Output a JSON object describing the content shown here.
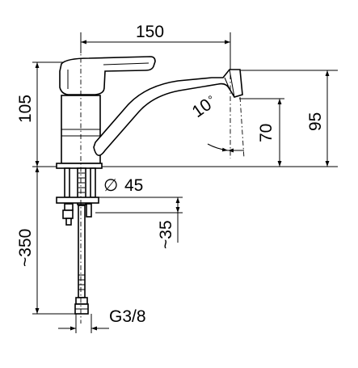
{
  "dimensions": {
    "width_top": "150",
    "height_body": "105",
    "angle": "10",
    "angle_unit": "°",
    "spout_height": "70",
    "total_height": "95",
    "base_diameter_symbol": "∅",
    "base_diameter": "45",
    "shank_length": "~35",
    "hose_length": "~350",
    "thread": "G3/8"
  }
}
